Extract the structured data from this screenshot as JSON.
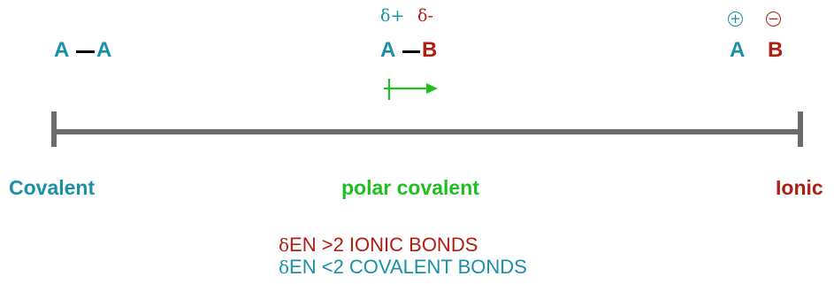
{
  "bonds": {
    "nonpolar": {
      "left_atom": "A",
      "right_atom": "A"
    },
    "polar": {
      "left_atom": "A",
      "right_atom": "B",
      "left_partial": "δ+",
      "right_partial": "δ-"
    },
    "ionic": {
      "left_atom": "A",
      "right_atom": "B",
      "left_charge": "+",
      "right_charge": "−"
    }
  },
  "scale": {
    "left_label": "Covalent",
    "middle_label": "polar covalent",
    "right_label": "Ionic"
  },
  "rules": [
    {
      "delta": "δ",
      "text": "EN >2  IONIC BONDS"
    },
    {
      "delta": "δ",
      "text": "EN <2  COVALENT BONDS"
    }
  ],
  "colors": {
    "teal": "#1a8fa8",
    "red": "#b01e12",
    "green": "#1fbf1f",
    "scale_bar": "#6b6b6b"
  }
}
